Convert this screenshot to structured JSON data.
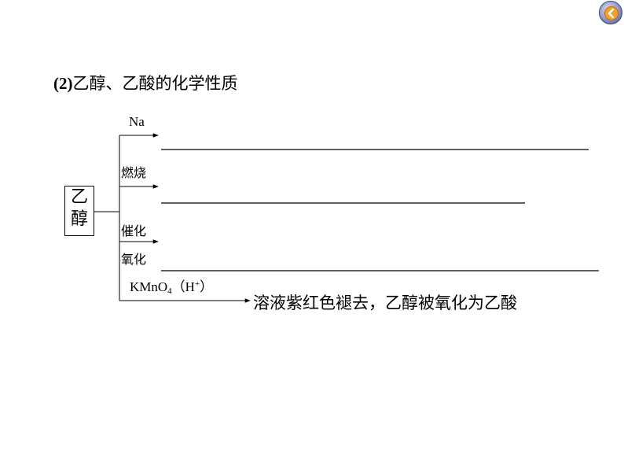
{
  "section_title": {
    "number": "(2)",
    "text": "乙醇、乙酸的化学性质"
  },
  "ethanol_box": {
    "line1": "乙",
    "line2": "醇"
  },
  "branches": {
    "na_label": "Na",
    "burn_label": "燃烧",
    "catalytic_label_line1": "催化",
    "catalytic_label_line2": "氧化",
    "kmno4": {
      "base": "KMnO",
      "sub": "4",
      "open": "（H",
      "sup": "+",
      "close": "）"
    }
  },
  "kmno4_result": "溶液紫红色褪去，乙醇被氧化为乙酸",
  "icons": {
    "back": "back-arrow-icon"
  },
  "colors": {
    "back_button": "#8e95c2",
    "back_arrow": "#f3a12a"
  }
}
